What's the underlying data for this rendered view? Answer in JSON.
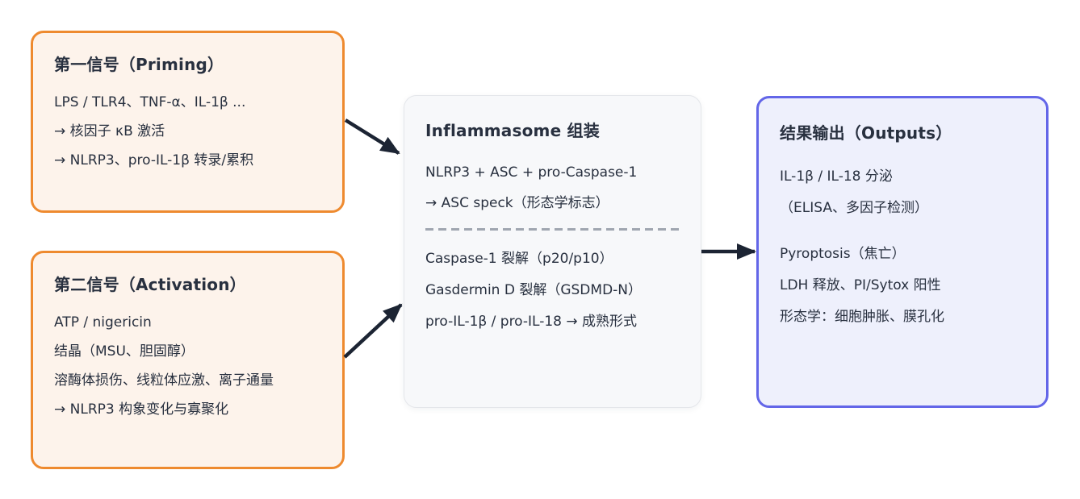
{
  "diagram_title": "NLRP3 inflammasome pathway flow",
  "colors": {
    "signal_border": "#EE8A2F",
    "signal_bg": "#FDF3EB",
    "assembly_border": "#E4E6EA",
    "assembly_bg": "#F7F8FA",
    "output_border": "#6366E8",
    "output_bg": "#EEF0FC",
    "text_color": "#28303F",
    "arrow_color": "#1C2433",
    "divider_color": "#A0A6B0"
  },
  "boxes": {
    "priming": {
      "title": "第一信号（Priming）",
      "lines": [
        "LPS / TLR4、TNF-α、IL-1β ...",
        "→ 核因子 κB 激活",
        "→ NLRP3、pro-IL-1β 转录/累积"
      ]
    },
    "activation": {
      "title": "第二信号（Activation）",
      "lines": [
        "ATP / nigericin",
        "结晶（MSU、胆固醇）",
        "溶酶体损伤、线粒体应激、离子通量",
        "→ NLRP3 构象变化与寡聚化"
      ]
    },
    "assembly": {
      "title": "Inflammasome 组装",
      "upper_lines": [
        "NLRP3 + ASC + pro-Caspase-1",
        "→ ASC speck（形态学标志）"
      ],
      "lower_lines": [
        "Caspase-1 裂解（p20/p10）",
        "Gasdermin D 裂解（GSDMD-N）",
        "pro-IL-1β / pro-IL-18 → 成熟形式"
      ]
    },
    "outputs": {
      "title": "结果输出（Outputs）",
      "group1": [
        "IL-1β / IL-18 分泌",
        "（ELISA、多因子检测）"
      ],
      "group2": [
        "Pyroptosis（焦亡）",
        "LDH 释放、PI/Sytox 阳性",
        "形态学：细胞肿胀、膜孔化"
      ]
    }
  },
  "arrows": [
    {
      "name": "priming-to-assembly"
    },
    {
      "name": "activation-to-assembly"
    },
    {
      "name": "assembly-to-outputs"
    }
  ]
}
